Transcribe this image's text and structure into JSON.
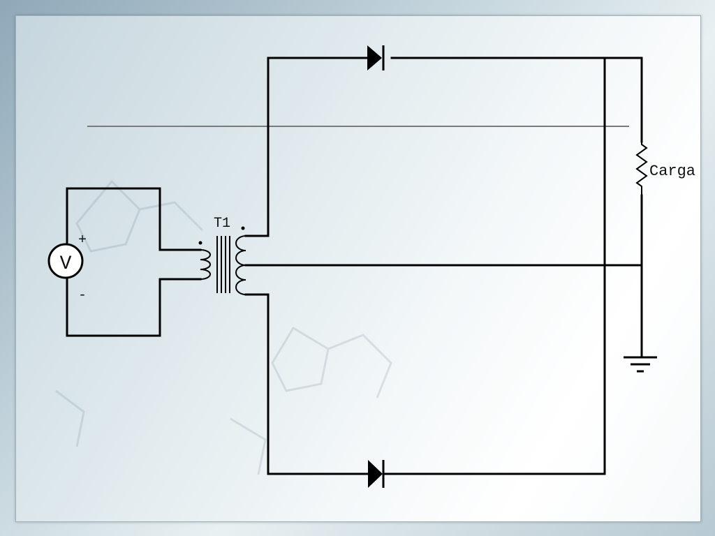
{
  "diagram": {
    "transformer_label": "T1",
    "load_label": "Carga",
    "source_symbol": "V",
    "plus_sign": "+",
    "minus_sign": "-"
  }
}
